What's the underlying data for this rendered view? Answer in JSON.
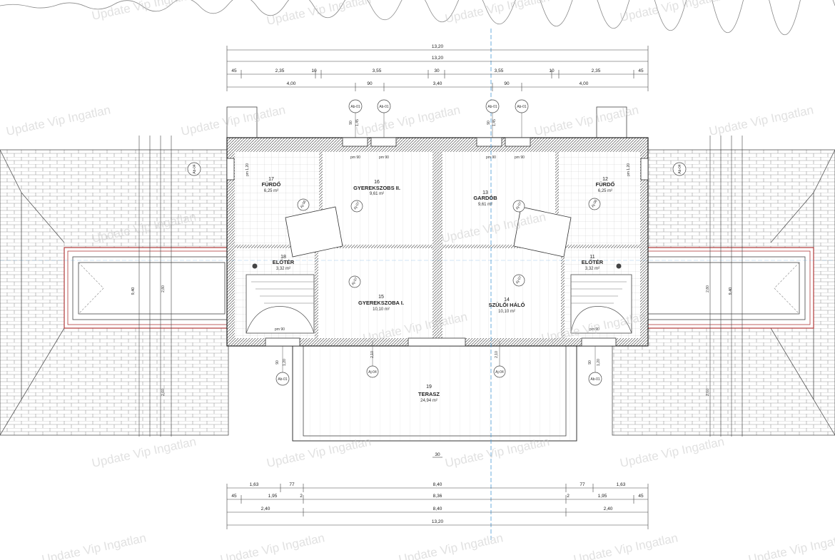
{
  "watermark": "Update Vip Ingatlan",
  "colors": {
    "line": "#333333",
    "wall_hatch": "#555555",
    "ridge_red": "#b03a3a",
    "axis_blue": "#4a9ad4",
    "watermark": "#c9c9c9"
  },
  "rooms": [
    {
      "num": "17",
      "name": "FÜRDŐ",
      "area": "6,25 m²"
    },
    {
      "num": "16",
      "name": "GYEREKSZOBS II.",
      "area": "9,61 m²"
    },
    {
      "num": "13",
      "name": "GARDÓB",
      "area": "9,61 m²"
    },
    {
      "num": "12",
      "name": "FÜRDŐ",
      "area": "6,25 m²"
    },
    {
      "num": "18",
      "name": "ELŐTÉR",
      "area": "3,32 m²"
    },
    {
      "num": "11",
      "name": "ELŐTÉR",
      "area": "3,32 m²"
    },
    {
      "num": "15",
      "name": "GYEREKSZOBA I.",
      "area": "10,10 m²"
    },
    {
      "num": "14",
      "name": "SZÜLŐI HÁLÓ",
      "area": "10,10 m²"
    },
    {
      "num": "19",
      "name": "TERASZ",
      "area": "24,94 m²"
    }
  ],
  "top_dims": {
    "row1": [
      "13,20"
    ],
    "row2": [
      "13,20"
    ],
    "row3": [
      "45",
      "2,35",
      "10",
      "3,55",
      "30",
      "3,55",
      "10",
      "2,35",
      "45"
    ],
    "row4": [
      "4,00",
      "90",
      "3,40",
      "90",
      "4,00"
    ]
  },
  "bottom_dims": {
    "terrace_gap": "30",
    "row1": [
      "1,63",
      "77",
      "8,40",
      "77",
      "1,63"
    ],
    "row2": [
      "45",
      "1,95",
      "2",
      "8,36",
      "2",
      "1,95",
      "45"
    ],
    "row3": [
      "2,40",
      "8,40",
      "2,40"
    ],
    "row4": [
      "13,20"
    ]
  },
  "window_tags": [
    "Ab-01",
    "Ab-01",
    "Ab-01",
    "Ab-01",
    "Ab-04",
    "Ab-04",
    "Ab-01",
    "Ab-01"
  ],
  "door_tags": [
    "Aj-06",
    "Aj-07",
    "Aj-07",
    "Aj-06",
    "Aj-07",
    "Aj-07",
    "Aj-04",
    "Aj-04"
  ],
  "pm_labels": [
    "pm 90",
    "pm 90",
    "pm 90",
    "pm 90",
    "pm 1,20",
    "pm 1,20",
    "pm 90",
    "pm 90"
  ],
  "height_labels": [
    "90",
    "1,45",
    "1,20",
    "2,10",
    "2,80",
    "2,60"
  ]
}
